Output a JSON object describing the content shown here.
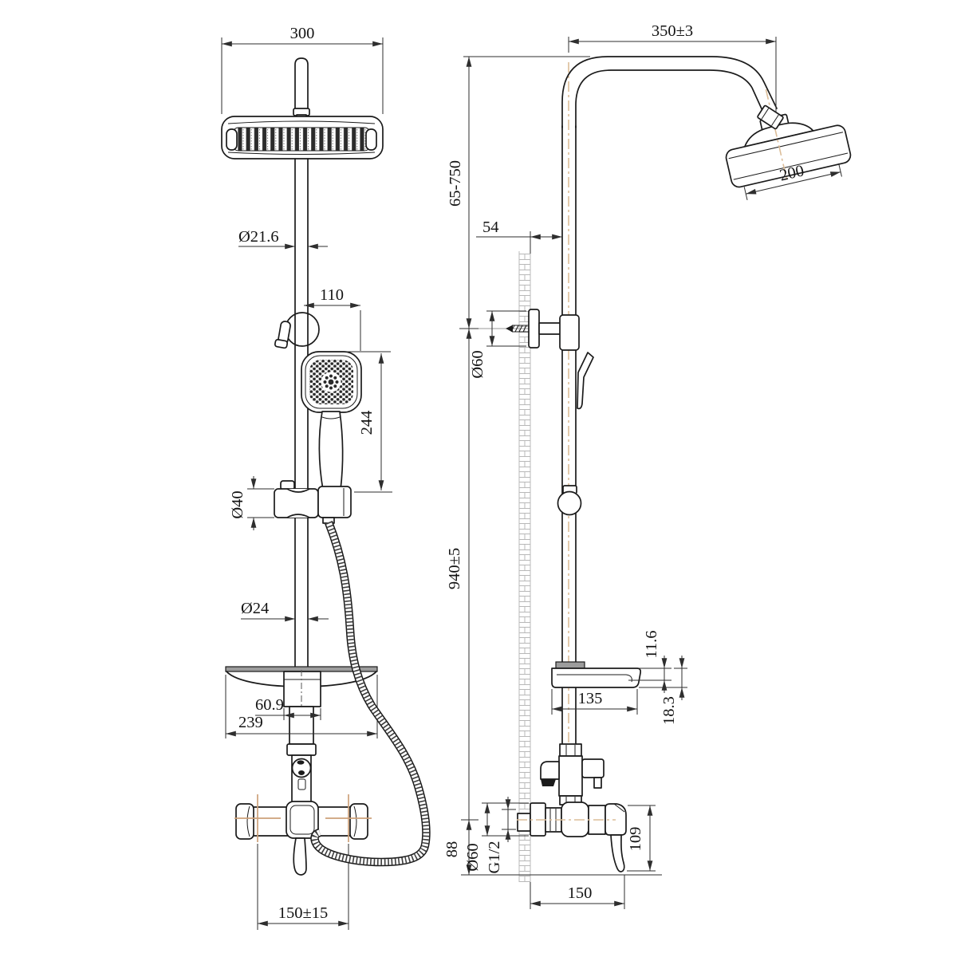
{
  "drawing": {
    "type": "technical-dimension-drawing",
    "subject": "thermostatic shower column system, front and side views",
    "front_view": {
      "name": "front-view",
      "dims": {
        "head_width": "300",
        "pipe_diameter": "Ø21.6",
        "bracket_offset": "110",
        "handshower_length": "244",
        "slider_diameter": "Ø40",
        "riser_diameter": "Ø24",
        "hub_width": "60.9",
        "shelf_width": "239",
        "inlet_spacing": "150±15"
      }
    },
    "side_view": {
      "name": "side-view",
      "dims": {
        "arm_reach": "350±3",
        "head_diameter": "200",
        "upper_tube_range": "65-750",
        "wall_to_pipe": "54",
        "bracket_flange_diameter": "Ø60",
        "rail_height": "940±5",
        "shelf_lip_height": "11.6",
        "shelf_depth": "135",
        "shelf_total_height": "18.3",
        "inlet_thread": "G1/2",
        "escutcheon_diameter": "Ø60",
        "outlet_drop": "88",
        "valve_height": "109",
        "valve_reach": "150"
      }
    },
    "colors": {
      "line": "#1b1b1b",
      "dim_line": "#2e2e2e",
      "centerline": "#dcbd98",
      "crosshair": "#cda17a",
      "wall_hatch": "#b8b8b8",
      "shelf_fill": "#9c9c9c"
    }
  }
}
